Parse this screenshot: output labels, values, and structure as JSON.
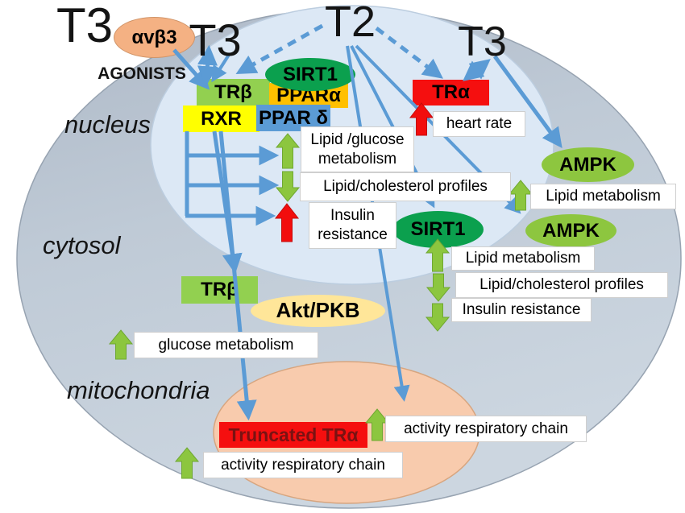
{
  "compartments": {
    "nucleus": "nucleus",
    "cytosol": "cytosol",
    "mitochondria": "mitochondria"
  },
  "hormones": {
    "t3_left": "T3",
    "t3_mid": "T3",
    "t2": "T2",
    "t3_right": "T3"
  },
  "nodes": {
    "avb3": "αvβ3",
    "agonists": "AGONISTS",
    "trb_nucleus": "TRβ",
    "sirt1_nucleus": "SIRT1",
    "ppar_alpha": "PPARα",
    "rxr": "RXR",
    "ppar_delta": "PPAR δ",
    "tr_alpha": "TRα",
    "ampk_upper": "AMPK",
    "ampk_lower": "AMPK",
    "sirt1_cytosol": "SIRT1",
    "trb_cytosol": "TRβ",
    "akt_pkb": "Akt/PKB",
    "truncated_tr_alpha": "Truncated TRα"
  },
  "effects": {
    "lipid_glucose": "Lipid /glucose\nmetabolism",
    "lipid_cholesterol_nucleus": "Lipid/cholesterol profiles",
    "insulin_nucleus": "Insulin\nresistance",
    "heart_rate": "heart rate",
    "lipid_metabolism_upper": "Lipid metabolism",
    "lipid_metabolism_lower": "Lipid metabolism",
    "lipid_cholesterol_lower": "Lipid/cholesterol profiles",
    "insulin_lower": "Insulin resistance",
    "glucose_metabolism": "glucose metabolism",
    "respiratory_chain_left": "activity respiratory chain",
    "respiratory_chain_right": "activity respiratory chain"
  },
  "colors": {
    "arrow_blue": "#5b9bd5",
    "indicator_green": "#8cc63f",
    "indicator_red": "#f20d0d",
    "trb_green": "#92d050",
    "sirt1_green": "#0ba04e",
    "ppar_alpha_orange": "#ffc000",
    "rxr_yellow": "#ffff00",
    "ppar_delta_blue": "#5b9bd5",
    "tr_alpha_red": "#f50f0f",
    "ampk_green": "#8dc63f",
    "akt_yellow": "#ffe699",
    "avb3_orange": "#f4b183",
    "nucleus_fill": "#dce8f5",
    "cytosol_fill": "#bfcad6",
    "mitochondria_fill": "#f8cbad"
  }
}
